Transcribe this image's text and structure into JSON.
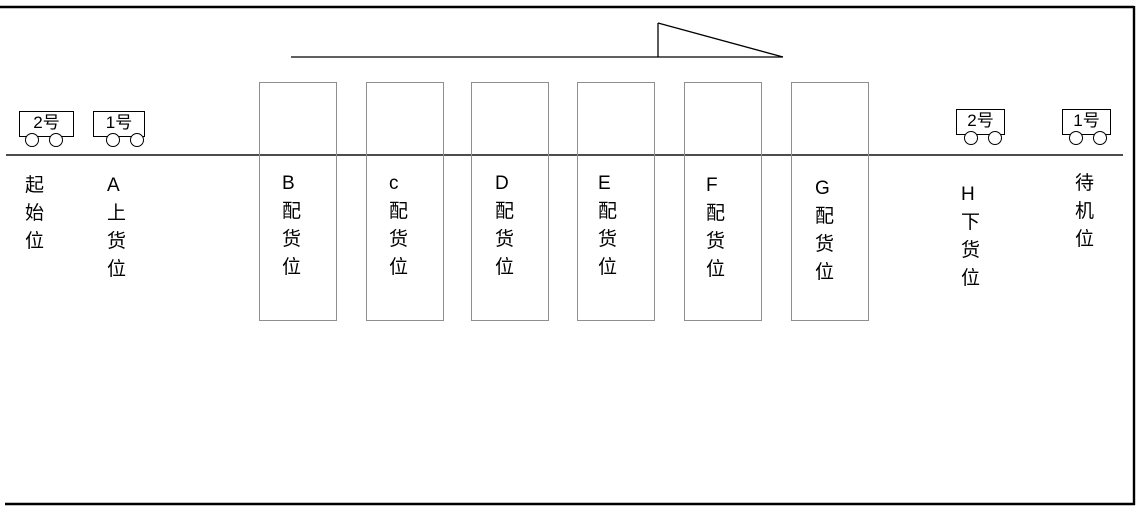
{
  "carts": {
    "left": [
      {
        "label": "2号"
      },
      {
        "label": "1号"
      }
    ],
    "right": [
      {
        "label": "2号"
      },
      {
        "label": "1号"
      }
    ]
  },
  "stations": [
    {
      "id": "start",
      "label": "起始位",
      "boxed": false
    },
    {
      "id": "A",
      "label": "A上货位",
      "boxed": false
    },
    {
      "id": "B",
      "label": "B配货位",
      "boxed": true
    },
    {
      "id": "c",
      "label": "c配货位",
      "boxed": true
    },
    {
      "id": "D",
      "label": "D配货位",
      "boxed": true
    },
    {
      "id": "E",
      "label": "E配货位",
      "boxed": true
    },
    {
      "id": "F",
      "label": "F配货位",
      "boxed": true
    },
    {
      "id": "G",
      "label": "G配货位",
      "boxed": true
    },
    {
      "id": "H",
      "label": "H下货位",
      "boxed": false
    },
    {
      "id": "standby",
      "label": "待机位",
      "boxed": false
    }
  ],
  "colors": {
    "frame_border": "#000000",
    "track_line": "#4c4c4c",
    "station_box_border": "#8f8f8f",
    "flag_line": "#000000",
    "text": "#000000"
  }
}
